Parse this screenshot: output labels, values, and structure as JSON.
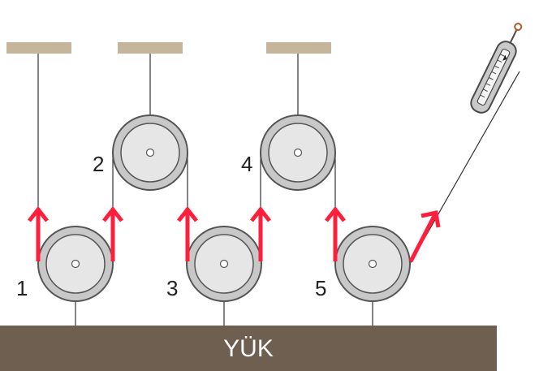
{
  "load": {
    "label": "YÜK"
  },
  "pulleys": [
    {
      "label": "1",
      "kind": "movable"
    },
    {
      "label": "2",
      "kind": "fixed"
    },
    {
      "label": "3",
      "kind": "movable"
    },
    {
      "label": "4",
      "kind": "fixed"
    },
    {
      "label": "5",
      "kind": "movable"
    }
  ],
  "colors": {
    "ceiling": "#c5b59a",
    "load": "#6e5f51",
    "arrow": "#ff1f3d",
    "pulley_rim": "#555555",
    "pulley_outer": "#c8c8c8",
    "pulley_inner": "#e6e6e6",
    "rope": "#333333",
    "dynamometer_body": "#c9c9c9"
  },
  "icons": [
    "ceiling-plate",
    "pulley",
    "force-arrow",
    "spring-scale-dynamometer"
  ]
}
